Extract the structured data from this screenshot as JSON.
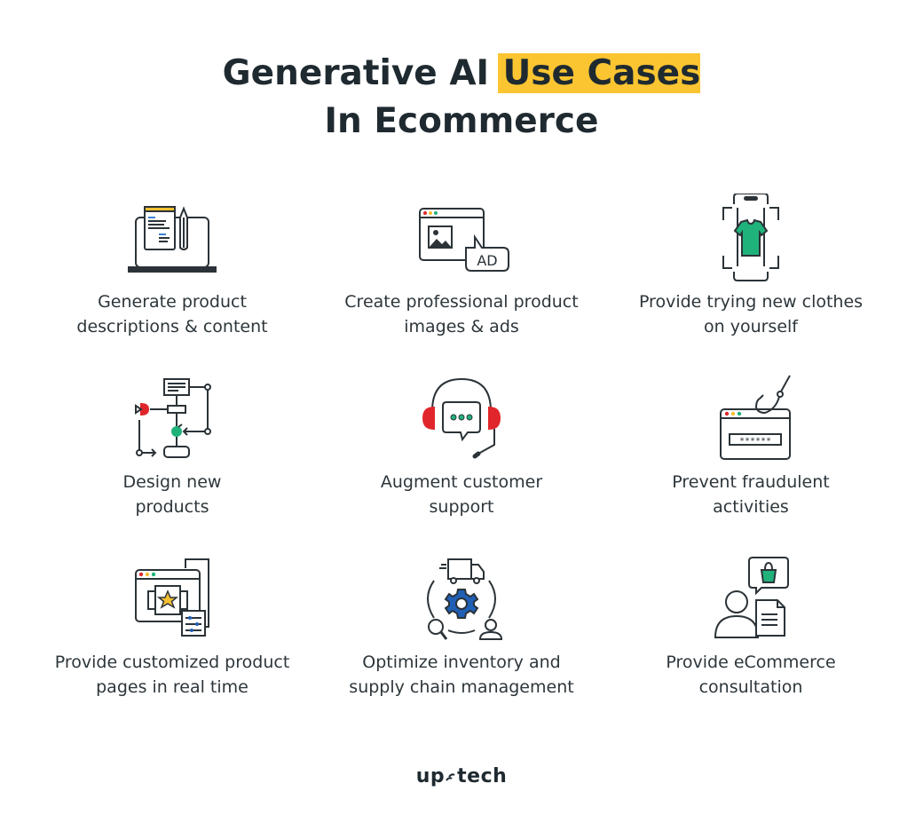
{
  "header": {
    "title_plain": "Generative AI",
    "title_highlight": "Use Cases",
    "title_line2": "In Ecommerce"
  },
  "colors": {
    "text": "#1f2a30",
    "highlight": "#fbc531",
    "green": "#1fb27a",
    "red": "#e0262b",
    "yellow": "#f5c030",
    "blue": "#1f5fb5",
    "stroke": "#2b3338"
  },
  "items": [
    {
      "icon": "laptop-document-pencil-icon",
      "label": "Generate product\ndescriptions & content"
    },
    {
      "icon": "browser-image-ad-icon",
      "label": "Create professional product\nimages & ads"
    },
    {
      "icon": "phone-tshirt-scan-icon",
      "label": "Provide trying new clothes\non yourself"
    },
    {
      "icon": "flowchart-design-icon",
      "label": "Design new\nproducts"
    },
    {
      "icon": "headset-chat-icon",
      "label": "Augment customer\nsupport"
    },
    {
      "icon": "phishing-hook-password-icon",
      "label": "Prevent fraudulent\nactivities"
    },
    {
      "icon": "browser-star-settings-icon",
      "label": "Provide customized product\npages in real time"
    },
    {
      "icon": "truck-gear-cycle-icon",
      "label": "Optimize inventory and\nsupply chain management"
    },
    {
      "icon": "person-bag-document-icon",
      "label": "Provide eCommerce\nconsultation"
    }
  ],
  "footer": {
    "logo_left": "up",
    "logo_right": "tech"
  }
}
